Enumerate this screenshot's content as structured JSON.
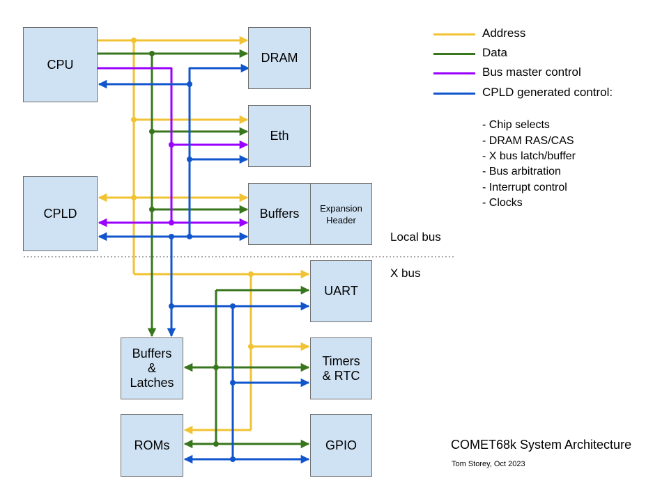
{
  "colors": {
    "address": "#f1c232",
    "data": "#38761d",
    "bus_master": "#9900ff",
    "cpld_control": "#1155cc",
    "block_fill": "#cfe2f3"
  },
  "blocks": {
    "cpu": "CPU",
    "dram": "DRAM",
    "eth": "Eth",
    "cpld": "CPLD",
    "buffers_top": "Buffers",
    "expansion_header_1": "Expansion",
    "expansion_header_2": "Header",
    "uart": "UART",
    "buffers_latches_1": "Buffers",
    "buffers_latches_2": "&",
    "buffers_latches_3": "Latches",
    "timers_1": "Timers",
    "timers_2": "& RTC",
    "roms": "ROMs",
    "gpio": "GPIO"
  },
  "legend": [
    {
      "label": "Address",
      "color": "#f1c232"
    },
    {
      "label": "Data",
      "color": "#38761d"
    },
    {
      "label": "Bus master control",
      "color": "#9900ff"
    },
    {
      "label": "CPLD generated control:",
      "color": "#1155cc"
    }
  ],
  "cpld_functions": [
    "- Chip selects",
    "- DRAM RAS/CAS",
    "- X bus latch/buffer",
    "- Bus arbitration",
    "- Interrupt control",
    "- Clocks"
  ],
  "bus_labels": {
    "local": "Local bus",
    "x": "X bus"
  },
  "title": "COMET68k System Architecture",
  "author": "Tom Storey, Oct 2023"
}
